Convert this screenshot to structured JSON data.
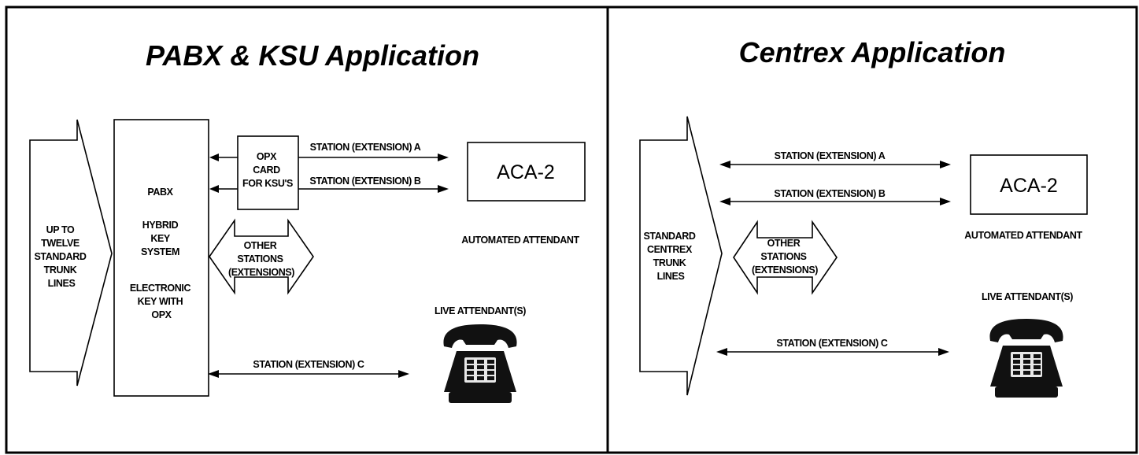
{
  "left_panel": {
    "title": "PABX & KSU Application",
    "trunk_lines": [
      "UP TO",
      "TWELVE",
      "STANDARD",
      "TRUNK",
      "LINES"
    ],
    "switch_box": [
      "PABX",
      "",
      "HYBRID",
      "KEY",
      "SYSTEM",
      "",
      "ELECTRONIC",
      "KEY WITH",
      "OPX"
    ],
    "opx_card": [
      "OPX",
      "CARD",
      "FOR KSU'S"
    ],
    "station_a": "STATION (EXTENSION) A",
    "station_b": "STATION (EXTENSION) B",
    "station_c": "STATION (EXTENSION) C",
    "other_stations": [
      "OTHER",
      "STATIONS",
      "(EXTENSIONS)"
    ],
    "aca_label": "ACA-2",
    "automated_attendant": "AUTOMATED ATTENDANT",
    "live_attendant": "LIVE ATTENDANT(S)"
  },
  "right_panel": {
    "title": "Centrex Application",
    "trunk_lines": [
      "STANDARD",
      "CENTREX",
      "TRUNK",
      "LINES"
    ],
    "station_a": "STATION (EXTENSION) A",
    "station_b": "STATION (EXTENSION) B",
    "station_c": "STATION (EXTENSION) C",
    "other_stations": [
      "OTHER",
      "STATIONS",
      "(EXTENSIONS)"
    ],
    "aca_label": "ACA-2",
    "automated_attendant": "AUTOMATED ATTENDANT",
    "live_attendant": "LIVE ATTENDANT(S)"
  },
  "icons": {
    "telephone": "telephone-icon"
  },
  "colors": {
    "ink": "#000000",
    "paper": "#ffffff"
  }
}
